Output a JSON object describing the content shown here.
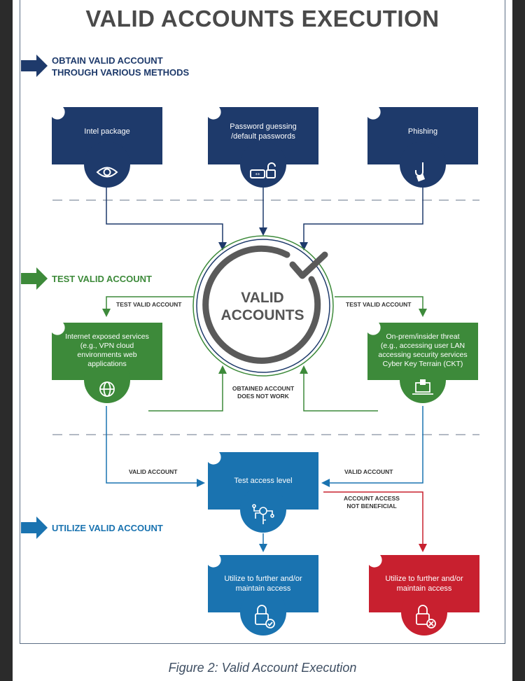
{
  "title": "VALID ACCOUNTS EXECUTION",
  "caption": "Figure 2: Valid Account Execution",
  "sections": {
    "obtain": "OBTAIN VALID ACCOUNT\nTHROUGH VARIOUS METHODS",
    "test": "TEST VALID ACCOUNT",
    "utilize": "UTILIZE VALID ACCOUNT"
  },
  "boxes": {
    "intel": "Intel package",
    "password": "Password guessing\n/default passwords",
    "phishing": "Phishing",
    "internet": "Internet exposed services\n(e.g., VPN cloud\nenvironments web\napplications",
    "onprem": "On-prem/insider threat\n(e.g., accessing user LAN\naccessing security services\nCyber Key Terrain (CKT)",
    "test_access": "Test access level",
    "utilize_blue": "Utilize to further and/or\nmaintain access",
    "utilize_red": "Utilize to further and/or\nmaintain access"
  },
  "center": "VALID\nACCOUNTS",
  "labels": {
    "test_left": "TEST VALID ACCOUNT",
    "test_right": "TEST VALID ACCOUNT",
    "not_work": "OBTAINED ACCOUNT\nDOES NOT WORK",
    "valid_left": "VALID ACCOUNT",
    "valid_right": "VALID ACCOUNT",
    "not_beneficial": "ACCOUNT ACCESS\nNOT BENEFICIAL"
  },
  "icons": {
    "intel": "eye-icon",
    "password": "password-lock-icon",
    "phishing": "phishing-hook-icon",
    "internet": "globe-icon",
    "onprem": "laptop-icon",
    "test_access": "circuit-key-icon",
    "utilize_blue": "lock-check-icon",
    "utilize_red": "lock-x-icon"
  },
  "colors": {
    "navy": "#1e3a6b",
    "green": "#3d8a3a",
    "blue": "#1a73b0",
    "red": "#c8202f",
    "gray": "#5a5a5a"
  }
}
